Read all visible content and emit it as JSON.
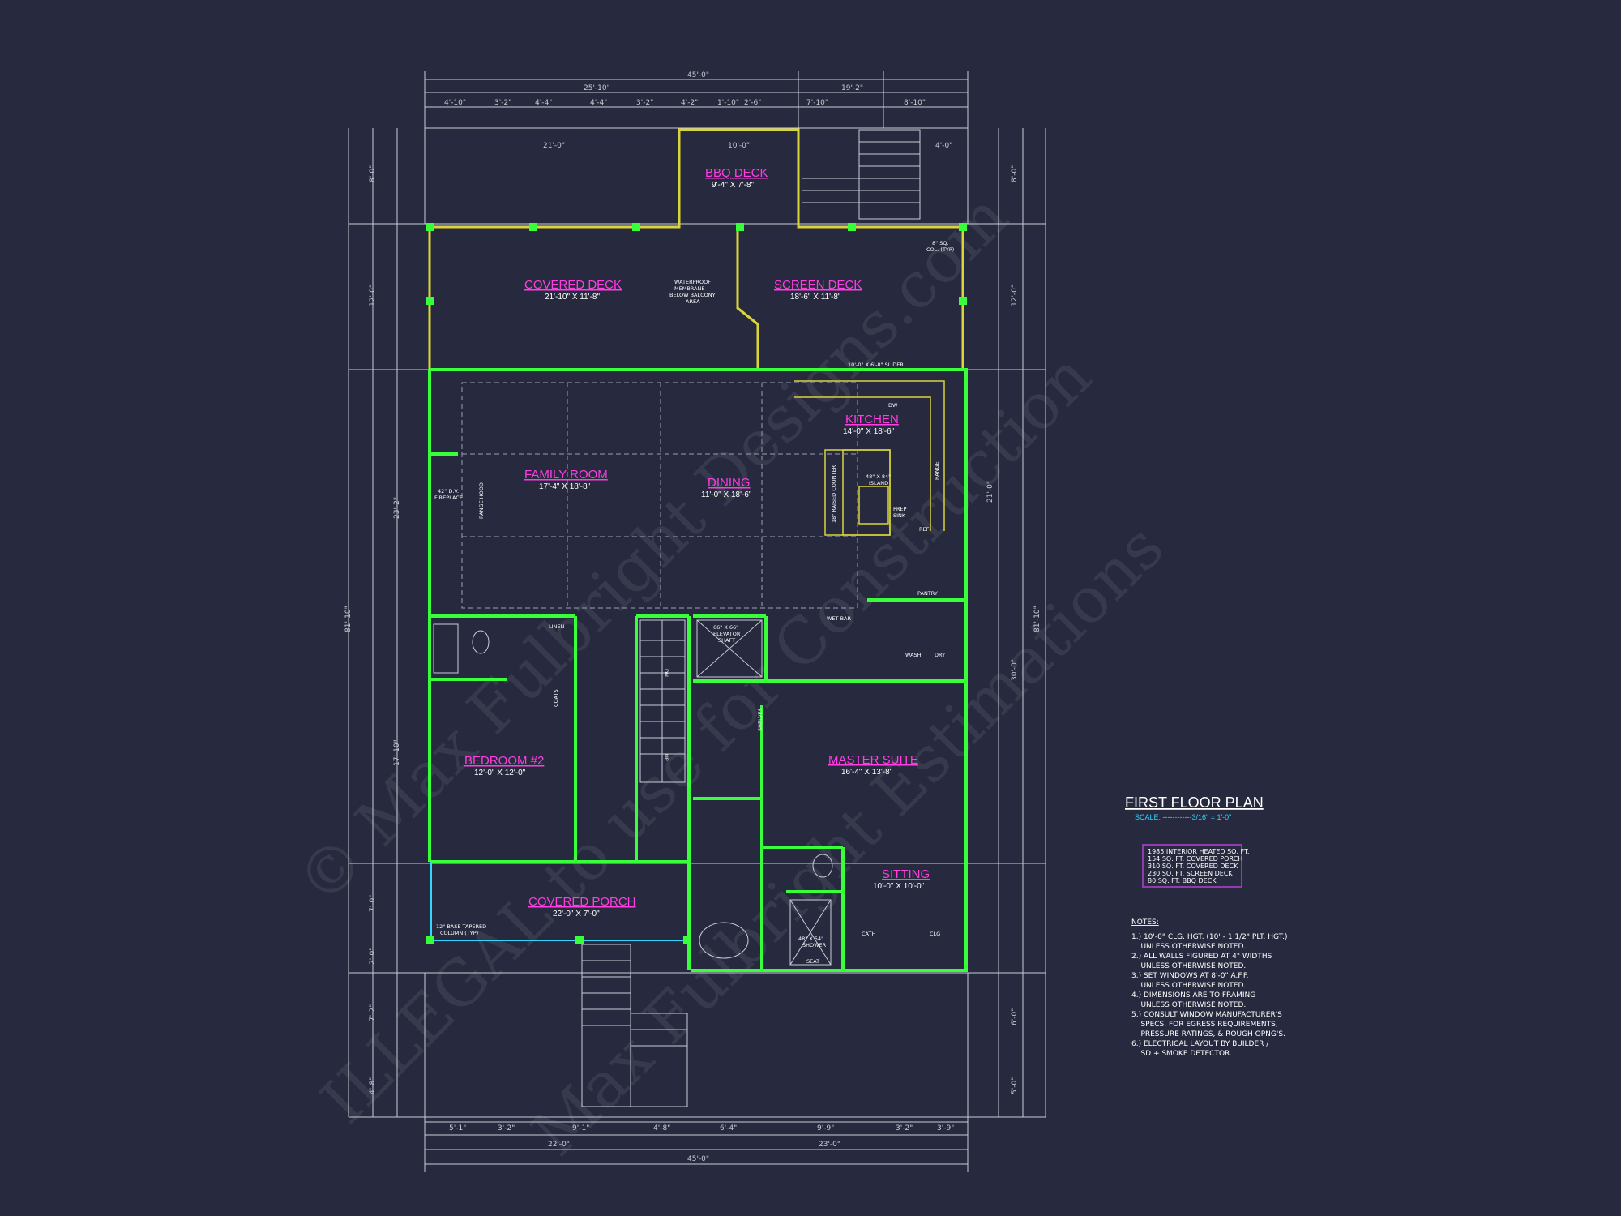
{
  "watermark": {
    "line1": "© Max Fulbright Designs.com",
    "line2": "ILLEGAL to use for Construction",
    "line3": "Max Fulbright Estimations"
  },
  "rooms": [
    {
      "key": "bbq",
      "name": "BBQ DECK",
      "size": "9'-4\" X 7'-8\""
    },
    {
      "key": "covered_deck",
      "name": "COVERED DECK",
      "size": "21'-10\" X 11'-8\""
    },
    {
      "key": "screen_deck",
      "name": "SCREEN DECK",
      "size": "18'-6\" X 11'-8\""
    },
    {
      "key": "kitchen",
      "name": "KITCHEN",
      "size": "14'-0\" X 18'-6\""
    },
    {
      "key": "family",
      "name": "FAMILY ROOM",
      "size": "17'-4\" X 18'-8\""
    },
    {
      "key": "dining",
      "name": "DINING",
      "size": "11'-0\" X 18'-6\""
    },
    {
      "key": "bedroom2",
      "name": "BEDROOM #2",
      "size": "12'-0\" X 12'-0\""
    },
    {
      "key": "master",
      "name": "MASTER SUITE",
      "size": "16'-4\" X 13'-8\""
    },
    {
      "key": "sitting",
      "name": "SITTING",
      "size": "10'-0\" X 10'-0\""
    },
    {
      "key": "porch",
      "name": "COVERED PORCH",
      "size": "22'-0\" X 7'-0\""
    }
  ],
  "labels": {
    "waterproof": [
      "WATERPROOF",
      "MEMBRANE",
      "BELOW BALCONY",
      "AREA"
    ],
    "fireplace": [
      "42\" D.V.",
      "FIREPLACE"
    ],
    "elevator": [
      "66\" X 66\"",
      "ELEVATOR",
      "SHAFT"
    ],
    "island": [
      "48\" X 84\"",
      "ISLAND"
    ],
    "prep_sink": [
      "PREP",
      "SINK"
    ],
    "pantry": "PANTRY",
    "wet_bar": "WET BAR",
    "linen": "LINEN",
    "coats": "COATS",
    "shelves": "SHELVES",
    "wash": "WASH",
    "dry": "DRY",
    "shower": [
      "48\" X 54\"",
      "SHOWER"
    ],
    "seat": "SEAT",
    "column": [
      "8\" SQ.",
      "COL. (TYP)"
    ],
    "tapered_col": [
      "12\" BASE TAPERED",
      "COLUMN (TYP)"
    ],
    "slider": "10'-0\" X 6'-8\" SLIDER",
    "raised_counter": "18\" RAISED COUNTER",
    "range": "RANGE",
    "ref": "REF",
    "dw": "DW",
    "range_hood": "RANGE HOOD",
    "dn": "DN",
    "up": "UP",
    "cath": "CATH",
    "clg": "CLG"
  },
  "dims": {
    "overall": "45'-0\"",
    "top_split": [
      "25'-10\"",
      "19'-2\""
    ],
    "top_row": [
      "4'-10\"",
      "3'-2\"",
      "4'-4\"",
      "4'-4\"",
      "3'-2\"",
      "4'-2\"",
      "1'-10\"",
      "2'-6\"",
      "7'-10\"",
      "8'-10\""
    ],
    "bottom_row": [
      "5'-1\"",
      "3'-2\"",
      "9'-1\"",
      "4'-8\"",
      "6'-4\"",
      "9'-9\"",
      "3'-2\"",
      "3'-9\""
    ],
    "bottom_split": [
      "22'-0\"",
      "23'-0\""
    ],
    "left_total": "81'-10\"",
    "left_segments": [
      "8'-0\"",
      "12'-0\"",
      "23'-2\"",
      "17'-10\"",
      "7'-0\"",
      "2'-0\"",
      "7'-2\"",
      "4'-8\""
    ],
    "right_total": "81'-10\"",
    "right_segments": [
      "8'-0\"",
      "12'-0\"",
      "21'-0\"",
      "30'-0\"",
      "6'-0\"",
      "5'-0\""
    ],
    "inner_top": [
      "21'-0\"",
      "10'-0\"",
      "4'-0\""
    ]
  },
  "title_block": {
    "title": "FIRST FLOOR PLAN",
    "scale": "SCALE: ------------3/16\" = 1'-0\""
  },
  "sqft": [
    "1985 INTERIOR HEATED SQ. FT.",
    "154 SQ. FT. COVERED PORCH",
    "310 SQ. FT. COVERED DECK",
    "230 SQ. FT. SCREEN DECK",
    "80 SQ. FT. BBQ DECK"
  ],
  "notes": {
    "heading": "NOTES:",
    "lines": [
      "1.) 10'-0\" CLG. HGT. (10' - 1 1/2\" PLT. HGT.)",
      "    UNLESS OTHERWISE NOTED.",
      "2.) ALL WALLS FIGURED AT 4\" WIDTHS",
      "    UNLESS OTHERWISE NOTED.",
      "3.) SET WINDOWS AT 8'-0\" A.F.F.",
      "    UNLESS OTHERWISE NOTED.",
      "4.) DIMENSIONS ARE TO FRAMING",
      "    UNLESS OTHERWISE NOTED.",
      "5.) CONSULT WINDOW MANUFACTURER'S",
      "    SPECS. FOR EGRESS REQUIREMENTS,",
      "    PRESSURE RATINGS, & ROUGH OPNG'S.",
      "6.) ELECTRICAL LAYOUT BY BUILDER /",
      "    SD + SMOKE DETECTOR."
    ]
  },
  "colors": {
    "background": "#272a3e",
    "wall": "#39ff3a",
    "deck": "#d8d43a",
    "room_label": "#ff3de3",
    "dimension": "#c9ccd6",
    "scale": "#35d4ff"
  }
}
